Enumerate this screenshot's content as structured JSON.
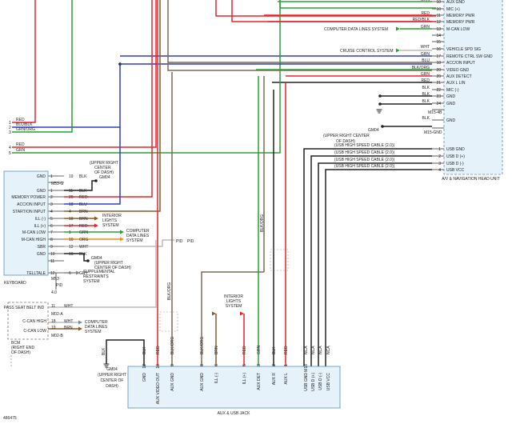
{
  "figure_id": "486475",
  "colors": {
    "RED": "#e8232a",
    "BLU": "#2f3fc9",
    "GRN": "#2aa134",
    "BLK": "#222222",
    "ORG": "#f08c1a",
    "WHT": "#bbbbbb",
    "BRN": "#8b5a2b",
    "GRY": "#888888",
    "BLU_BLK": "#2f3fc9",
    "GRN_ORG": "#2aa134",
    "BLK_ORG": "#7a6a55",
    "RED_BLK": "#e8232a",
    "unit_fill": "#e6f2fa",
    "unit_stroke": "#5b8fb8"
  },
  "head_unit": {
    "name": "A/V & NAVIGATION HEAD UNIT",
    "pins": [
      {
        "pin": "10",
        "color": "GRN",
        "label": "AUX GND"
      },
      {
        "pin": "10",
        "color": "",
        "label": "MIC (+)"
      },
      {
        "pin": "11",
        "color": "RED",
        "label": "MEMORY PWR"
      },
      {
        "pin": "12",
        "color": "RED/BLK",
        "label": "MEMORY PWR"
      },
      {
        "pin": "13",
        "color": "GRN",
        "label": "M-CAN LOW"
      },
      {
        "pin": "14",
        "color": "",
        "label": ""
      },
      {
        "pin": "15",
        "color": "",
        "label": ""
      },
      {
        "pin": "16",
        "color": "WHT",
        "label": "VEHICLE SPD SIG"
      },
      {
        "pin": "17",
        "color": "GRN",
        "label": "REMOTE CTRL SW GND"
      },
      {
        "pin": "18",
        "color": "BLU",
        "label": "ACC/ON INPUT"
      },
      {
        "pin": "20",
        "color": "BLK/ORG",
        "label": "VIDEO GND"
      },
      {
        "pin": "20",
        "color": "GRN",
        "label": "AUX DETECT"
      },
      {
        "pin": "21",
        "color": "RED",
        "label": "AUX L LIN"
      },
      {
        "pin": "22",
        "color": "BLK",
        "label": "MIC (-)"
      },
      {
        "pin": "23",
        "color": "BLK",
        "label": "GND"
      },
      {
        "pin": "24",
        "color": "BLK",
        "label": "GND"
      },
      {
        "pin": "",
        "color": "",
        "label": ""
      },
      {
        "pin": "",
        "color": "BLK",
        "label": "GND"
      },
      {
        "pin": "",
        "color": "",
        "label": ""
      },
      {
        "pin": "1",
        "color": "NCA",
        "label": "USB GND"
      },
      {
        "pin": "2",
        "color": "NCA",
        "label": "USB D (+)"
      },
      {
        "pin": "3",
        "color": "NCA",
        "label": "USB D (-)"
      },
      {
        "pin": "4",
        "color": "NCA",
        "label": "USB VCC"
      }
    ],
    "connectors": [
      "M15-4B",
      "M15-GND"
    ],
    "cable_labels": [
      "(USB HIGH SPEED CABLE (2.0))",
      "(USB HIGH SPEED CABLE (2.0))",
      "(USB HIGH SPEED CABLE (2.0))",
      "(USB HIGH SPEED CABLE (2.0))"
    ],
    "side_notes": [
      "COMPUTER DATA LINES SYSTEM",
      "CRUISE CONTROL SYSTEM"
    ],
    "ground_note": [
      "GM04",
      "(UPPER RIGHT CENTER",
      "OF DASH)"
    ]
  },
  "left_wires": [
    {
      "num": "1",
      "color": "RED",
      "label": "RED"
    },
    {
      "num": "2",
      "color": "BLU_BLK",
      "label": "BLU/BLK"
    },
    {
      "num": "3",
      "color": "GRN_ORG",
      "label": "GRN/ORG"
    },
    {
      "num": "4",
      "color": "RED",
      "label": "RED"
    },
    {
      "num": "5",
      "color": "GRN",
      "label": "GRN"
    }
  ],
  "keyboard": {
    "name": "KEYBOARD",
    "pins": [
      {
        "label": "GND",
        "pin": "1",
        "num": "19",
        "color": "BLK"
      },
      {
        "label": "",
        "pin": "",
        "num": "",
        "color": ""
      },
      {
        "label": "GND",
        "pin": "1",
        "num": "11",
        "color": "BLK"
      },
      {
        "label": "MEMORY POWER",
        "pin": "2",
        "num": "20",
        "color": "RED"
      },
      {
        "label": "ACC/ON INPUT",
        "pin": "3",
        "num": "18",
        "color": "BLU"
      },
      {
        "label": "START/ON INPUT",
        "pin": "4",
        "num": "4",
        "color": "BRN"
      },
      {
        "label": "ILL (-)",
        "pin": "5",
        "num": "16",
        "color": "BRN"
      },
      {
        "label": "ILL (+)",
        "pin": "6",
        "num": "17",
        "color": "RED"
      },
      {
        "label": "M-CAN LOW",
        "pin": "7",
        "num": "1",
        "color": "GRN"
      },
      {
        "label": "M-CAN HIGH",
        "pin": "8",
        "num": "10",
        "color": "ORG"
      },
      {
        "label": "SBR",
        "pin": "9",
        "num": "12",
        "color": "WHT"
      },
      {
        "label": "GND",
        "pin": "10",
        "num": "16",
        "color": "BLK"
      },
      {
        "label": "",
        "pin": "11",
        "num": "",
        "color": ""
      },
      {
        "label": "TELLTALE",
        "pin": "12",
        "num": "6",
        "color": "GRY"
      }
    ],
    "connectors": [
      "M53-G",
      "M53"
    ],
    "ground_note_1": [
      "(UPPER RIGHT",
      "CENTER",
      "OF DASH)",
      "GM04"
    ],
    "ground_note_2": [
      "GM04",
      "(UPPER RIGHT",
      "CENTER OF DASH)"
    ],
    "systems": [
      [
        "INTERIOR",
        "LIGHTS",
        "SYSTEM"
      ],
      [
        "COMPUTER",
        "DATA LINES",
        "SYSTEM"
      ],
      [
        "SUPPLEMENTAL",
        "RESTRAINTS",
        "SYSTEM"
      ]
    ],
    "pid_label": "PID",
    "fuse_label": "4.0"
  },
  "bcm": {
    "name": [
      "BCM",
      "(RIGHT END",
      "OF DASH)"
    ],
    "pins": [
      {
        "label": "PASS SEAT BELT IND",
        "pin": "11",
        "color": "WHT"
      },
      {
        "label": "C-CAN HIGH",
        "pin": "18",
        "color": "WHT"
      },
      {
        "label": "C-CAN LOW",
        "pin": "19",
        "color": "BRN"
      }
    ],
    "connectors": [
      "M02-A",
      "M02-B"
    ],
    "system": [
      "COMPUTER",
      "DATA LINES",
      "SYSTEM"
    ]
  },
  "aux_jack": {
    "name": "AUX & USB JACK",
    "pins": [
      {
        "pin": "12",
        "color": "BLK",
        "label": "GND"
      },
      {
        "pin": "10",
        "color": "RED",
        "label": "AUX VIDEO OUT"
      },
      {
        "pin": "9",
        "color": "BLK/ORG",
        "label": "AUX GND"
      },
      {
        "pin": "8",
        "color": "BLK/ORG",
        "label": "AUX GND"
      },
      {
        "pin": "6",
        "color": "BRN",
        "label": "ILL (-)"
      },
      {
        "pin": "5",
        "color": "RED",
        "label": "ILL (+)"
      },
      {
        "pin": "3",
        "color": "GRN",
        "label": "AUX DET"
      },
      {
        "pin": "2",
        "color": "BLK",
        "label": "AUX R"
      },
      {
        "pin": "1",
        "color": "RED",
        "label": "AUX L"
      },
      {
        "pin": "M18",
        "color": "NCA",
        "label": "USB GND"
      },
      {
        "pin": "",
        "color": "NCA",
        "label": "USB D (+)"
      },
      {
        "pin": "",
        "color": "NCA",
        "label": "USB D (-)"
      },
      {
        "pin": "",
        "color": "NCA",
        "label": "USB VCC"
      }
    ],
    "ground_note": [
      "GM04",
      "(UPPER RIGHT",
      "CENTER OF",
      "DASH)"
    ],
    "interior_lights": [
      "INTERIOR",
      "LIGHTS",
      "SYSTEM"
    ],
    "pid_label": "PID",
    "blk_org_label": "BLK/ORG"
  }
}
